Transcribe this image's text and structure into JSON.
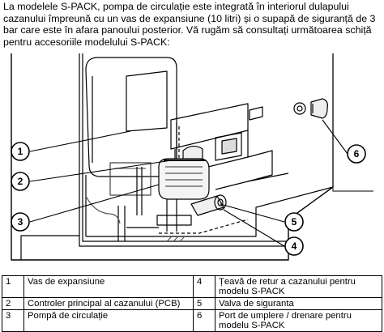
{
  "intro": "La modelele S-PACK, pompa de circulație este integrată în interiorul dulapului cazanului împreună cu un vas de expansiune (10 litri) și o supapă de siguranță de 3 bar care este în afara panoului posterior. Vă rugăm să consultați următoarea schiță pentru accesoriile modelului S-PACK:",
  "callouts": [
    "1",
    "2",
    "3",
    "4",
    "5",
    "6"
  ],
  "legend": [
    {
      "n1": "1",
      "t1": "Vas de expansiune",
      "n2": "4",
      "t2": "Țeavă de retur a cazanului pentru modelu S-PACK"
    },
    {
      "n1": "2",
      "t1": "Controler principal al cazanului (PCB)",
      "n2": "5",
      "t2": "Valva de siguranta"
    },
    {
      "n1": "3",
      "t1": "Pompă de circulație",
      "n2": "6",
      "t2": "Port de umplere / drenare pentru modelu S-PACK"
    }
  ]
}
